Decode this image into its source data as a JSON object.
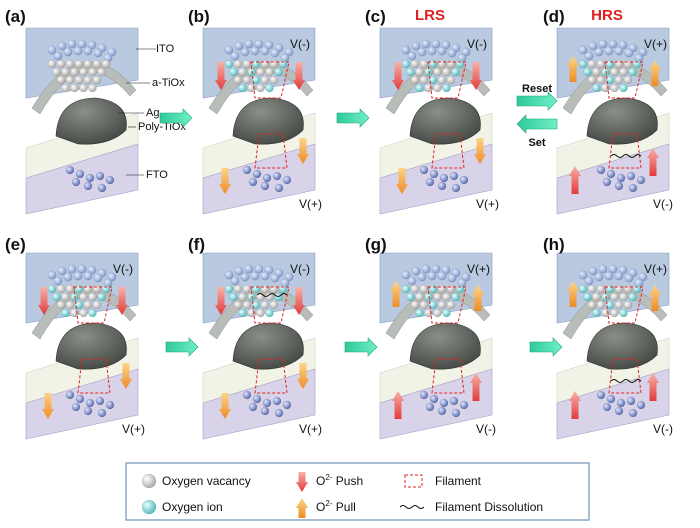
{
  "panels": [
    {
      "label": "(a)",
      "state": "",
      "top_voltage": "",
      "bottom_voltage": "",
      "layers": [
        "ITO",
        "a-TiOx",
        "Ag",
        "Poly-TiOx",
        "FTO"
      ]
    },
    {
      "label": "(b)",
      "state": "",
      "top_voltage": "V(-)",
      "bottom_voltage": "V(+)"
    },
    {
      "label": "(c)",
      "state": "LRS",
      "top_voltage": "V(-)",
      "bottom_voltage": "V(+)"
    },
    {
      "label": "(d)",
      "state": "HRS",
      "top_voltage": "V(+)",
      "bottom_voltage": "V(-)"
    },
    {
      "label": "(e)",
      "state": "",
      "top_voltage": "V(-)",
      "bottom_voltage": "V(+)"
    },
    {
      "label": "(f)",
      "state": "",
      "top_voltage": "V(-)",
      "bottom_voltage": "V(+)"
    },
    {
      "label": "(g)",
      "state": "",
      "top_voltage": "V(+)",
      "bottom_voltage": "V(-)"
    },
    {
      "label": "(h)",
      "state": "",
      "top_voltage": "V(+)",
      "bottom_voltage": "V(-)"
    }
  ],
  "transitions": {
    "reset": "Reset",
    "set": "Set"
  },
  "legend": {
    "oxygen_vacancy": "Oxygen vacancy",
    "oxygen_ion": "Oxygen ion",
    "push_prefix": "O",
    "push_sup": "2-",
    "push_suffix": " Push",
    "pull_prefix": "O",
    "pull_sup": "2-",
    "pull_suffix": " Pull",
    "filament": "Filament",
    "dissolution": "Filament Dissolution"
  },
  "colors": {
    "ito": "#b9c9e0",
    "fto": "#d9d3ea",
    "poly": "#f1f3e6",
    "dome": "#9aa39e",
    "ag": "#5b5f5a",
    "vacancy": "#c9c6c3",
    "ion": "#7fd3d3",
    "ion_blue": "#7d8fcc",
    "push": "#e84848",
    "pull": "#f4a23c",
    "filament": "#e02020",
    "arrow": "#3fd6a8"
  }
}
